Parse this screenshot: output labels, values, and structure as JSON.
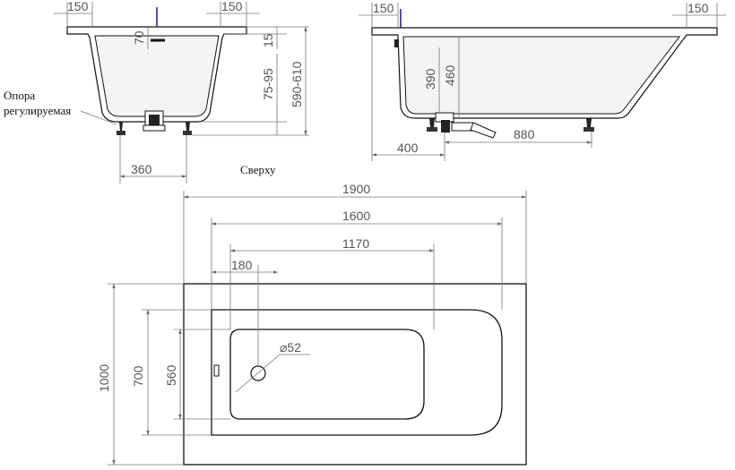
{
  "labels": {
    "support_line1": "Опора",
    "support_line2": "регулируемая",
    "top_view": "Сверху"
  },
  "side_view": {
    "d_left_flange": "150",
    "d_right_flange": "150",
    "d_70": "70",
    "d_15": "15",
    "d_75_95": "75-95",
    "d_590_610": "590-610",
    "d_360": "360"
  },
  "front_view": {
    "d_left_flange": "150",
    "d_right_flange": "150",
    "d_390": "390",
    "d_460": "460",
    "d_400": "400",
    "d_880": "880"
  },
  "plan_view": {
    "d_1900": "1900",
    "d_1600": "1600",
    "d_1170": "1170",
    "d_180": "180",
    "d_1000": "1000",
    "d_700": "700",
    "d_560": "560",
    "d_drain": "⌀52"
  }
}
